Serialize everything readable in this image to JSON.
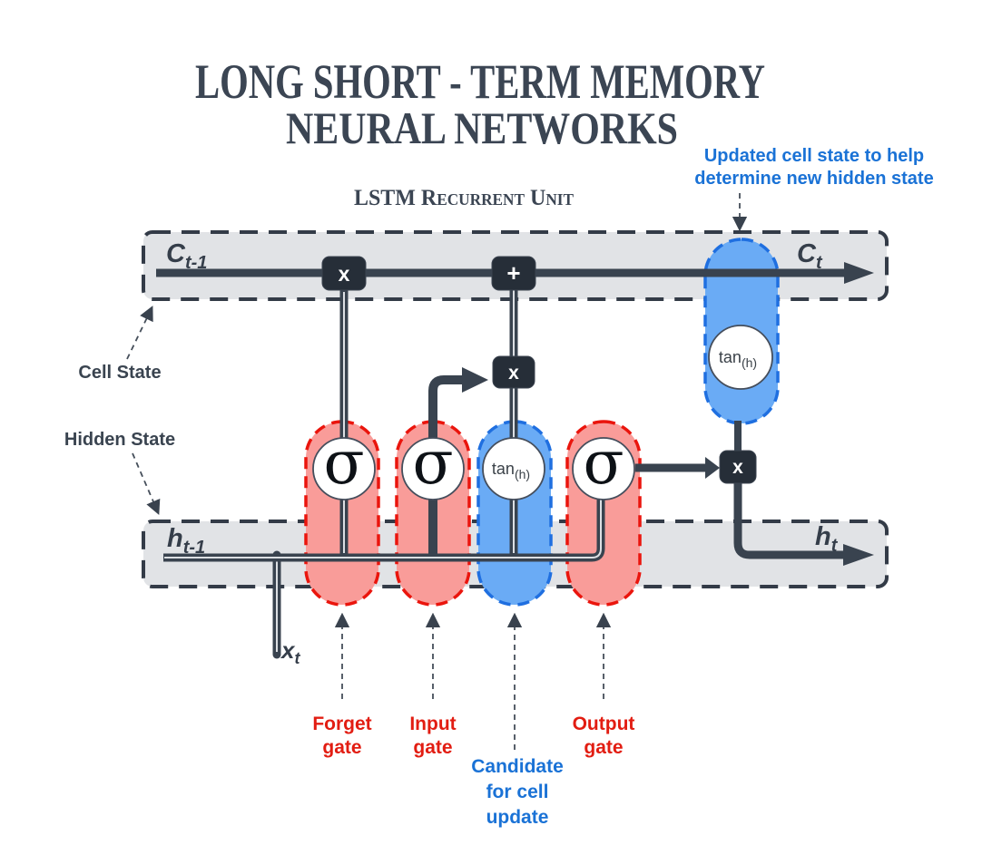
{
  "title": {
    "line1": "LONG SHORT - TERM MEMORY",
    "line2": "NEURAL NETWORKS"
  },
  "subtitle": "LSTM Recurrent Unit",
  "annotations": {
    "updated_cell": {
      "line1": "Updated cell state to help",
      "line2": "determine new hidden state"
    },
    "cell_state": "Cell State",
    "hidden_state": "Hidden State"
  },
  "gates": {
    "forget": {
      "line1": "Forget",
      "line2": "gate"
    },
    "input": {
      "line1": "Input",
      "line2": "gate"
    },
    "output": {
      "line1": "Output",
      "line2": "gate"
    },
    "candidate": {
      "line1": "Candidate",
      "line2": "for cell",
      "line3": "update"
    }
  },
  "states": {
    "cell_in": {
      "base": "C",
      "sub": "t-1"
    },
    "cell_out": {
      "base": "C",
      "sub": "t"
    },
    "hidden_in": {
      "base": "h",
      "sub": "t-1"
    },
    "hidden_out": {
      "base": "h",
      "sub": "t"
    },
    "input_vec": {
      "base": "x",
      "sub": "t"
    }
  },
  "nodes": {
    "sigma": "σ",
    "tanh_base": "tan",
    "tanh_sub": "(h)"
  },
  "operators": {
    "multiply": "x",
    "add": "+"
  },
  "colors": {
    "ink": "#3b4553",
    "line": "#39434f",
    "band_fill": "#e1e3e6",
    "band_border": "#333b47",
    "op_fill": "#262e38",
    "gate_red_fill": "#f99c99",
    "gate_red_border": "#ea150d",
    "gate_blue_fill": "#6aabf5",
    "gate_blue_border": "#1f6fe0",
    "label_red": "#e21d12",
    "label_blue": "#1a72d6"
  }
}
